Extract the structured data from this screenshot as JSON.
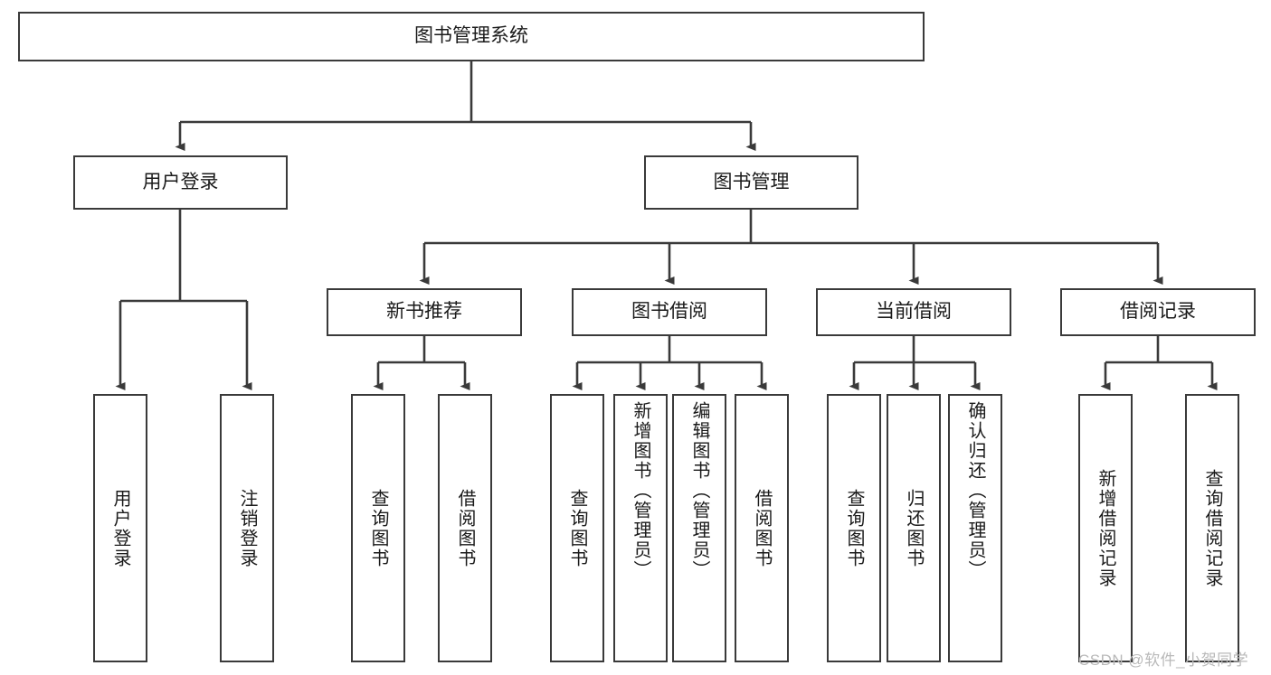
{
  "diagram": {
    "title": "图书管理系统",
    "root": {
      "label": "图书管理系统"
    },
    "level2": [
      {
        "label": "用户登录"
      },
      {
        "label": "图书管理"
      }
    ],
    "level3": [
      {
        "label": "新书推荐"
      },
      {
        "label": "图书借阅"
      },
      {
        "label": "当前借阅"
      },
      {
        "label": "借阅记录"
      }
    ],
    "leaves": {
      "user_login": [
        {
          "label": "用户登录"
        },
        {
          "label": "注销登录"
        }
      ],
      "new_book": [
        {
          "label": "查询图书"
        },
        {
          "label": "借阅图书"
        }
      ],
      "book_borrow": [
        {
          "label": "查询图书"
        },
        {
          "label": "新增图书（管理员）"
        },
        {
          "label": "编辑图书（管理员）"
        },
        {
          "label": "借阅图书"
        }
      ],
      "current_borrow": [
        {
          "label": "查询图书"
        },
        {
          "label": "归还图书"
        },
        {
          "label": "确认归还（管理员）"
        }
      ],
      "borrow_record": [
        {
          "label": "新增借阅记录"
        },
        {
          "label": "查询借阅记录"
        }
      ]
    }
  },
  "watermark": {
    "text": "CSDN @软件_小贺同学"
  },
  "colors": {
    "stroke": "#3a3a3a",
    "text": "#1a1a1a",
    "background": "#ffffff",
    "watermark": "#b9b9b9"
  }
}
